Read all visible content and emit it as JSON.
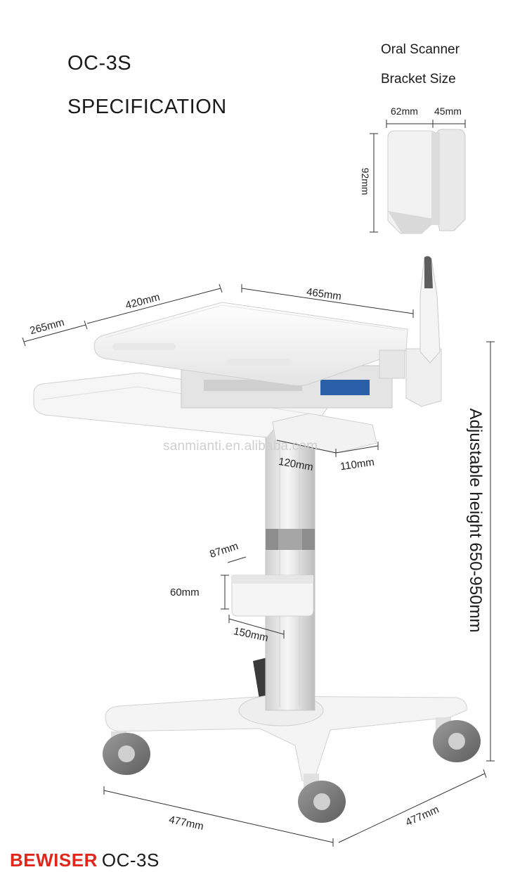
{
  "header": {
    "model": "OC-3S",
    "subtitle": "SPECIFICATION"
  },
  "bracket": {
    "title_line1": "Oral Scanner",
    "title_line2": "Bracket Size",
    "width_dim": "62mm",
    "depth_dim": "45mm",
    "height_dim": "92mm"
  },
  "cart_dimensions": {
    "tray_depth": "265mm",
    "tray_width": "420mm",
    "overall_width": "465mm",
    "mouse_tray_inner": "120mm",
    "mouse_tray_outer": "110mm",
    "basket_depth": "87mm",
    "basket_height": "60mm",
    "basket_width": "150mm",
    "adjustable_height": "Adjustable height 650-950mm",
    "base_left": "477mm",
    "base_right": "477mm"
  },
  "watermark": "sanmianti.en.alibaba.com",
  "footer": {
    "brand": "BEWISER",
    "model": "OC-3S"
  },
  "colors": {
    "brand_red": "#e1261c",
    "text": "#1a1a1a",
    "cart_white": "#f4f4f4",
    "cart_shadow": "#d6d6d6",
    "accent_grey": "#8d8d8d",
    "screen_blue": "#2b5fa8"
  }
}
